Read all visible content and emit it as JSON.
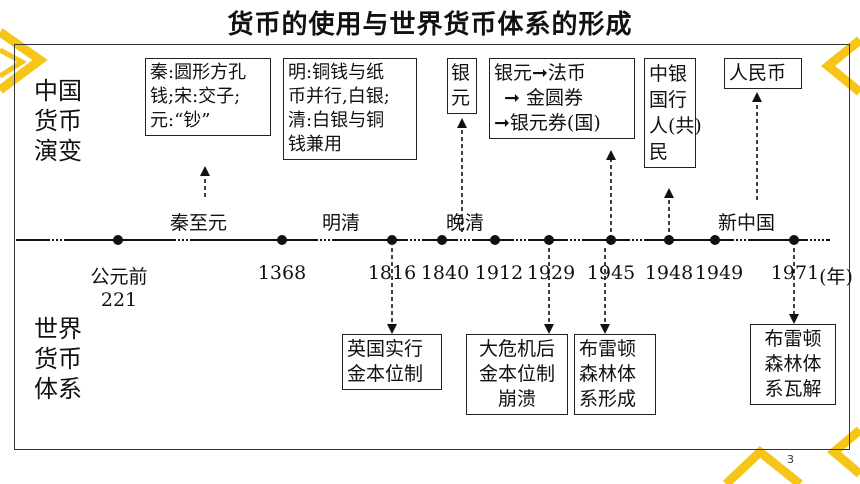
{
  "title": "货币的使用与世界货币体系的形成",
  "row_labels": {
    "china": [
      "中国",
      "货币",
      "演变"
    ],
    "world": [
      "世界",
      "货币",
      "体系"
    ]
  },
  "eras": [
    "秦至元",
    "明清",
    "晚清",
    "新中国"
  ],
  "years": [
    "公元前",
    "221",
    "1368",
    "1816",
    "1840",
    "1912",
    "1929",
    "1945",
    "1948",
    "1949",
    "1971",
    "(年)"
  ],
  "china_boxes": [
    [
      "秦:圆形方孔",
      "钱;宋:交子;",
      "元:“钞”"
    ],
    [
      "明:铜钱与纸",
      "币并行,白银;",
      "清:白银与铜",
      "钱兼用"
    ],
    [
      "银",
      "元"
    ],
    [
      "银元➞法币",
      "➞ 金圆券",
      "➞银元券(国)"
    ],
    [
      "中银",
      "国行",
      "人(共)",
      "民"
    ],
    [
      "人民币"
    ]
  ],
  "world_boxes": [
    [
      "英国实行",
      "金本位制"
    ],
    [
      "大危机后",
      "金本位制",
      "崩溃"
    ],
    [
      "布雷顿",
      "森林体",
      "系形成"
    ],
    [
      "布雷顿",
      "森林体",
      "系瓦解"
    ]
  ],
  "page_number": "3",
  "colors": {
    "accent": "#F5C518",
    "line": "#111111"
  }
}
